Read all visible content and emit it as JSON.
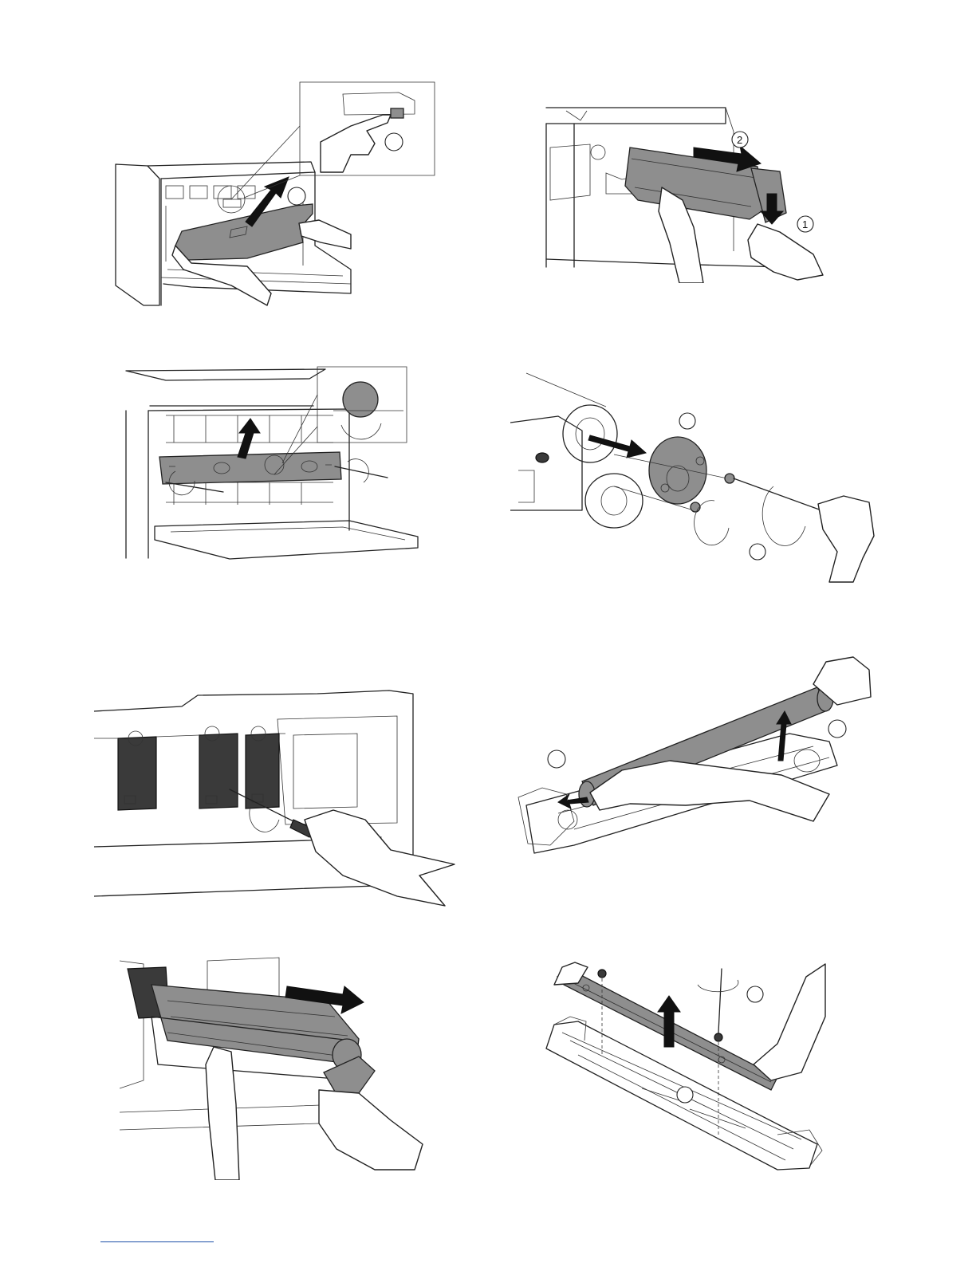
{
  "figures": [
    {
      "id": "fig-1",
      "description_name": "cover-removal",
      "callouts": []
    },
    {
      "id": "fig-2",
      "description_name": "drum-unit-pull-out",
      "callouts": [
        "2",
        "1"
      ]
    },
    {
      "id": "fig-3",
      "description_name": "front-cover-screws",
      "callouts": []
    },
    {
      "id": "fig-4",
      "description_name": "drum-gear-flange",
      "callouts": []
    },
    {
      "id": "fig-5",
      "description_name": "process-unit-screw",
      "callouts": []
    },
    {
      "id": "fig-6",
      "description_name": "drum-roller-removal",
      "callouts": []
    },
    {
      "id": "fig-7",
      "description_name": "process-unit-slide-out",
      "callouts": []
    },
    {
      "id": "fig-8",
      "description_name": "charger-cover-screws",
      "callouts": []
    }
  ],
  "colors": {
    "part_gray": "#8e8e8e",
    "line": "#222222",
    "footer_link": "#1d4fa8"
  }
}
